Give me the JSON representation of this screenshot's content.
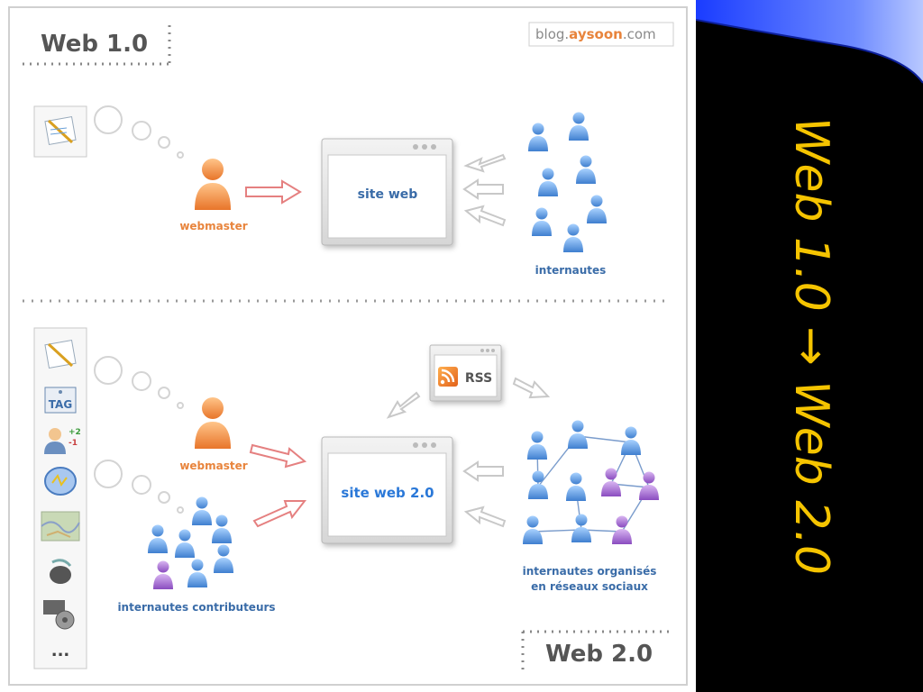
{
  "slide": {
    "title": "Web 1.0 →  Web 2.0",
    "title_color": "#f5c400",
    "background": "#000000"
  },
  "diagram": {
    "watermark": {
      "prefix": "blog.",
      "brand": "aysoon",
      "suffix": ".com"
    },
    "web1": {
      "label": "Web 1.0",
      "site_label": "site web",
      "webmaster_label": "webmaster",
      "users_label": "internautes"
    },
    "web2": {
      "label": "Web 2.0",
      "site_label": "site web 2.0",
      "webmaster_label": "webmaster",
      "contributors_label": "internautes contributeurs",
      "social_label_line1": "internautes organisés",
      "social_label_line2": "en réseaux sociaux",
      "rss_label": "RSS",
      "tools": [
        "notepad-icon",
        "tag-icon",
        "user-rating-icon",
        "chat-icon",
        "map-icon",
        "music-icon",
        "video-icon"
      ],
      "tag_text": "TAG",
      "more_text": "..."
    },
    "colors": {
      "webmaster": "#f08a3c",
      "user_blue": "#4a8fd8",
      "user_purple": "#9a5cc8",
      "label_blue": "#3a6ca8",
      "label_orange": "#e8843c",
      "rss": "#e8772a"
    }
  }
}
